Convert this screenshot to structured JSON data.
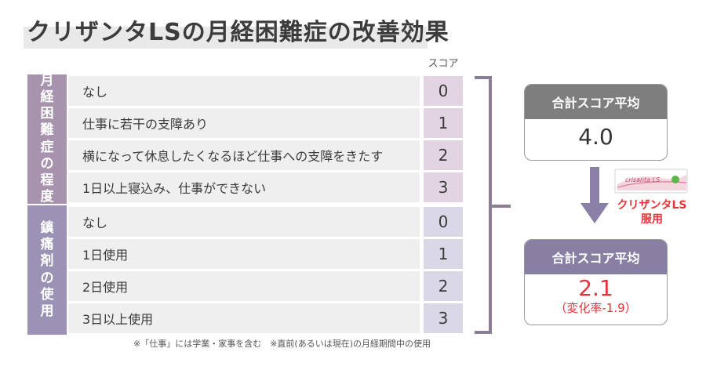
{
  "title": "クリザンタLSの月経困難症の改善効果",
  "score_header": "スコア",
  "categories": [
    {
      "label_chars": [
        "月",
        "経",
        "困",
        "難",
        "症",
        "の",
        "程",
        "度"
      ],
      "rows": [
        {
          "text": "なし",
          "score": "0"
        },
        {
          "text": "仕事に若干の支障あり",
          "score": "1"
        },
        {
          "text": "横になって休息したくなるほど仕事への支障をきたす",
          "score": "2"
        },
        {
          "text": "1日以上寝込み、仕事ができない",
          "score": "3"
        }
      ]
    },
    {
      "label_chars": [
        "鎮",
        "痛",
        "剤",
        "の",
        "使",
        "用"
      ],
      "rows": [
        {
          "text": "なし",
          "score": "0"
        },
        {
          "text": "1日使用",
          "score": "1"
        },
        {
          "text": "2日使用",
          "score": "2"
        },
        {
          "text": "3日以上使用",
          "score": "3"
        }
      ]
    }
  ],
  "footnote": "※「仕事」には学業・家事を含む　※直前(あるいは現在)の月経期間中の使用",
  "before": {
    "header": "合計スコア平均",
    "value": "4.0"
  },
  "product": {
    "label_line1": "クリザンタLS",
    "label_line2": "服用",
    "package_text": "crisanta LS"
  },
  "after": {
    "header": "合計スコア平均",
    "value": "2.1",
    "change": "（変化率-1.9）"
  },
  "colors": {
    "category_1": "#a893ae",
    "category_2": "#9b92b5",
    "score_bg_1": "#e3d4e3",
    "score_bg_2": "#dad7e6",
    "accent_red": "#e53238",
    "box_head_gray": "#7e7e7e",
    "box_head_purple": "#897fa3",
    "bracket": "#8a7d94"
  }
}
